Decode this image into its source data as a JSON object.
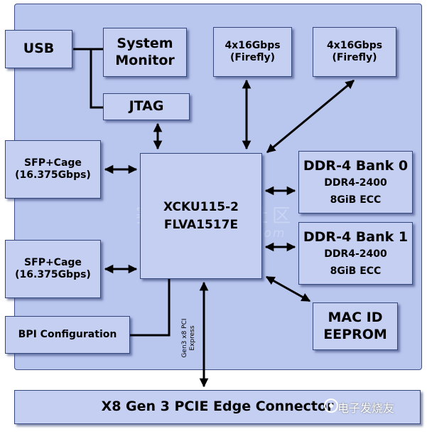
{
  "blocks": {
    "usb": "USB",
    "system_monitor": [
      "System",
      "Monitor"
    ],
    "jtag": "JTAG",
    "firefly_1": [
      "4x16Gbps",
      "(Firefly)"
    ],
    "firefly_2": [
      "4x16Gbps",
      "(Firefly)"
    ],
    "sfp_1": [
      "SFP+Cage",
      "(16.375Gbps)"
    ],
    "sfp_2": [
      "SFP+Cage",
      "(16.375Gbps)"
    ],
    "fpga": [
      "XCKU115-2",
      "FLVA1517E"
    ],
    "ddr_bank0": [
      "DDR-4 Bank 0",
      "DDR4-2400",
      "8GiB ECC"
    ],
    "ddr_bank1": [
      "DDR-4 Bank 1",
      "DDR4-2400",
      "8GiB ECC"
    ],
    "mac_id": [
      "MAC ID",
      "EEPROM"
    ],
    "bpi": "BPI Configuration",
    "pcie_link": [
      "Gen3 x8 PCI",
      "Express"
    ],
    "pcie_connector": "X8 Gen 3 PCIE Edge Connector"
  },
  "watermarks": {
    "center_cn": "赛灵思中文社区",
    "center_url": "xilinx.eetrend.com",
    "corner": "电子发烧友"
  },
  "colors": {
    "board": "#b9c6ee",
    "block": "#c4cff2",
    "border": "#34477d",
    "arrow": "#000000"
  }
}
